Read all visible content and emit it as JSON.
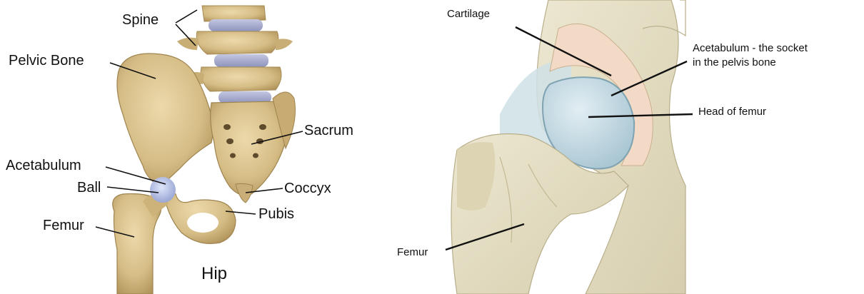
{
  "left_panel": {
    "labels": {
      "spine": "Spine",
      "pelvic_bone": "Pelvic Bone",
      "sacrum": "Sacrum",
      "acetabulum": "Acetabulum",
      "ball": "Ball",
      "coccyx": "Coccyx",
      "pubis": "Pubis",
      "femur": "Femur"
    },
    "caption": "Hip"
  },
  "right_panel": {
    "labels": {
      "cartilage": "Cartilage",
      "acetabulum_line1": "Acetabulum - the socket",
      "acetabulum_line2": "in the pelvis bone",
      "head_of_femur": "Head of femur",
      "femur": "Femur"
    }
  },
  "colors": {
    "bone": "#d9c28f",
    "bone_shade": "#b89b62",
    "disc": "#a9aed0",
    "ball": "#b9c3e6",
    "detail_bone": "#e6e0c8",
    "detail_shade": "#cfc6a3",
    "cartilage": "#f3d9c4",
    "femur_head": "#c5dbe4",
    "synovial": "#c9dde4"
  }
}
